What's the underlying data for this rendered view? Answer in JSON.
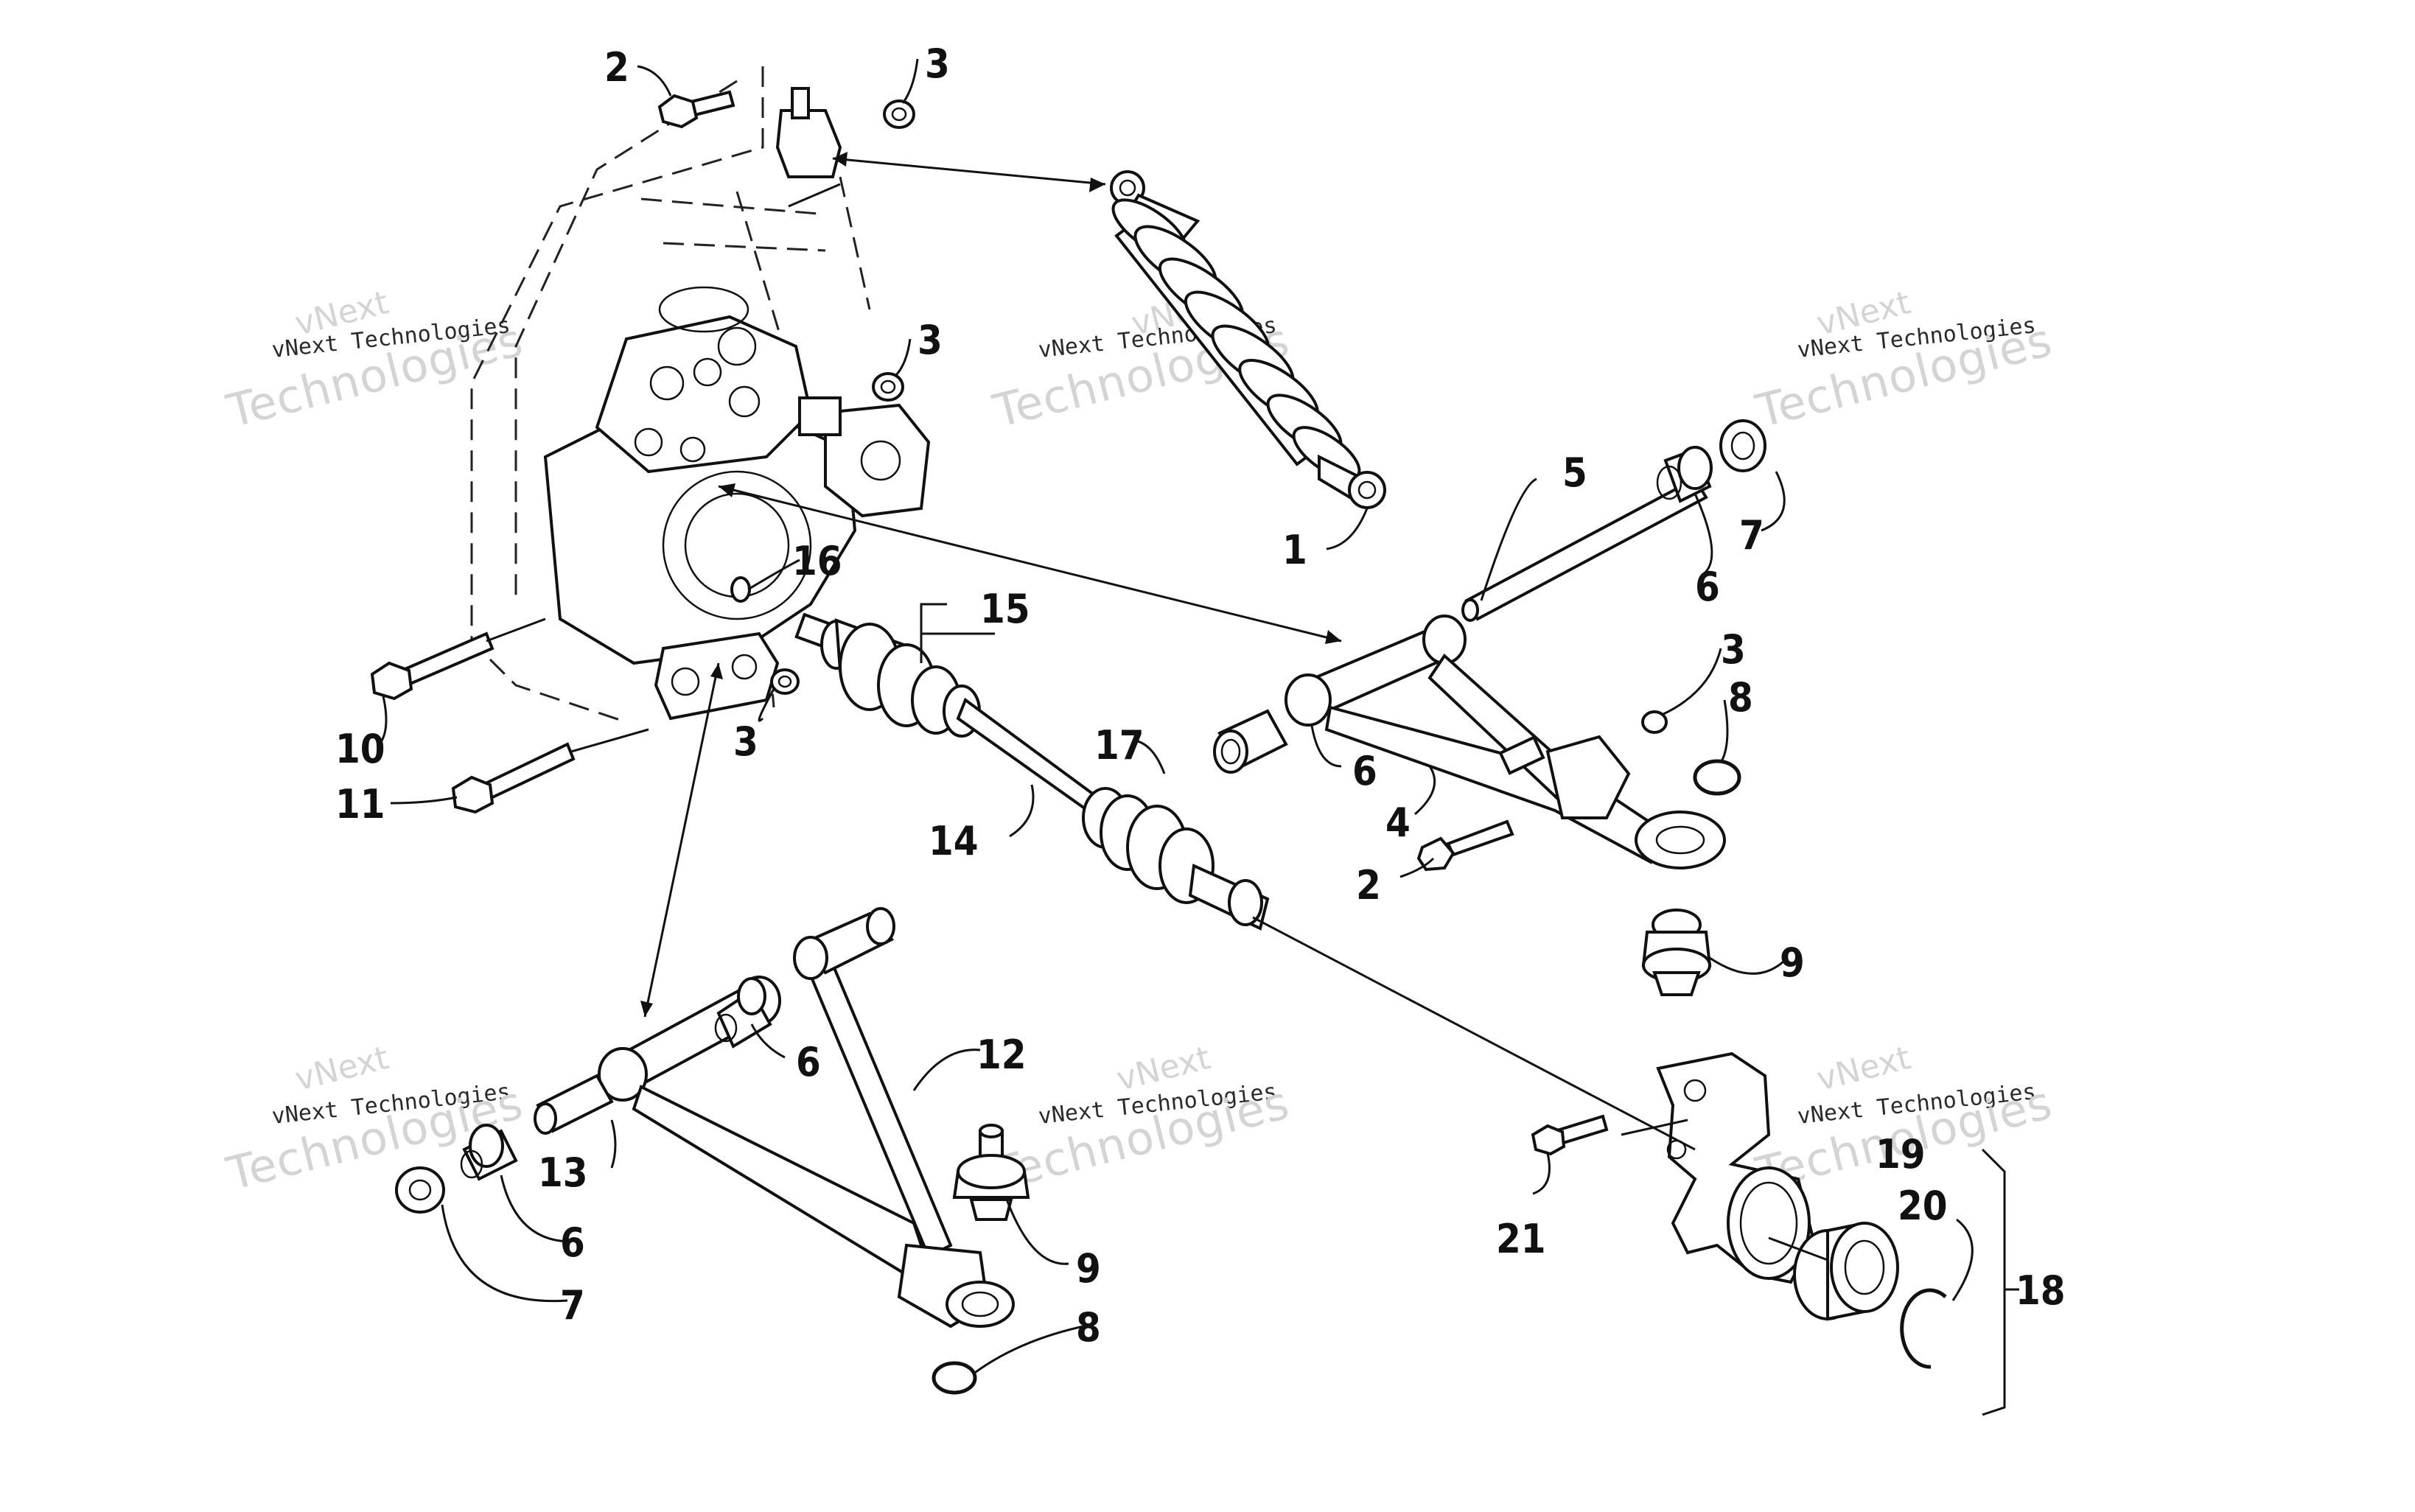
{
  "callouts": [
    {
      "id": "c2a",
      "text": "2"
    },
    {
      "id": "c3a",
      "text": "3"
    },
    {
      "id": "c3b",
      "text": "3"
    },
    {
      "id": "c5",
      "text": "5"
    },
    {
      "id": "c7a",
      "text": "7"
    },
    {
      "id": "c1",
      "text": "1"
    },
    {
      "id": "c6a",
      "text": "6"
    },
    {
      "id": "c16",
      "text": "16"
    },
    {
      "id": "c15",
      "text": "15"
    },
    {
      "id": "c3c",
      "text": "3"
    },
    {
      "id": "c8a",
      "text": "8"
    },
    {
      "id": "c10",
      "text": "10"
    },
    {
      "id": "c3d",
      "text": "3"
    },
    {
      "id": "c17",
      "text": "17"
    },
    {
      "id": "c6b",
      "text": "6"
    },
    {
      "id": "c11",
      "text": "11"
    },
    {
      "id": "c4",
      "text": "4"
    },
    {
      "id": "c14",
      "text": "14"
    },
    {
      "id": "c2b",
      "text": "2"
    },
    {
      "id": "c9a",
      "text": "9"
    },
    {
      "id": "c12",
      "text": "12"
    },
    {
      "id": "c6c",
      "text": "6"
    },
    {
      "id": "c13",
      "text": "13"
    },
    {
      "id": "c6d",
      "text": "6"
    },
    {
      "id": "c7b",
      "text": "7"
    },
    {
      "id": "c9b",
      "text": "9"
    },
    {
      "id": "c8b",
      "text": "8"
    },
    {
      "id": "c19",
      "text": "19"
    },
    {
      "id": "c20",
      "text": "20"
    },
    {
      "id": "c21",
      "text": "21"
    },
    {
      "id": "c18",
      "text": "18"
    }
  ],
  "watermark": {
    "line1": "vNext",
    "line2": "vNext Technologies",
    "line3": "Technologies"
  }
}
